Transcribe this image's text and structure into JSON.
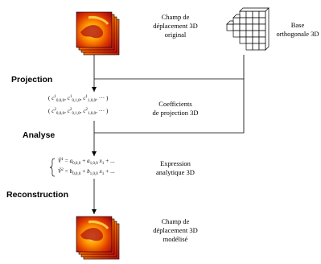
{
  "labels": {
    "original_field": [
      "Champ de",
      "déplacement 3D",
      "original"
    ],
    "base": [
      "Base",
      "orthogonale 3D"
    ],
    "coefficients": [
      "Coefficients",
      "de projection 3D"
    ],
    "expression": [
      "Expression",
      "analytique 3D"
    ],
    "modeled_field": [
      "Champ de",
      "déplacement 3D",
      "modélisé"
    ]
  },
  "steps": {
    "projection": "Projection",
    "analyse": "Analyse",
    "reconstruction": "Reconstruction"
  },
  "coeff_rows": [
    {
      "open": "(",
      "terms": [
        {
          "c": "c",
          "sup": "1",
          "sub": "0,0,0"
        },
        {
          "c": "c",
          "sup": "1",
          "sub": "0,1,0"
        },
        {
          "c": "c",
          "sup": "1",
          "sub": "1,0,0"
        }
      ],
      "tail": "···",
      "close": ")"
    },
    {
      "open": "(",
      "terms": [
        {
          "c": "c",
          "sup": "2",
          "sub": "0,0,0"
        },
        {
          "c": "c",
          "sup": "2",
          "sub": "0,1,0"
        },
        {
          "c": "c",
          "sup": "2",
          "sub": "1,0,0"
        }
      ],
      "tail": "···",
      "close": ")"
    }
  ],
  "expr_rows": [
    {
      "lhs": "Ṽ",
      "lhs_sup": "1",
      "eq": " = ",
      "a": "a",
      "a_sub": "0,0,0",
      "plus1": " + ",
      "b": "a",
      "b_sub": "1,0,0",
      "x": "x",
      "x_sub": "1",
      "tail": " + ..."
    },
    {
      "lhs": "Ṽ",
      "lhs_sup": "2",
      "eq": " = ",
      "a": "b",
      "a_sub": "0,0,0",
      "plus1": " + ",
      "b": "b",
      "b_sub": "1,0,0",
      "x": "x",
      "x_sub": "1",
      "tail": " + ..."
    }
  ],
  "colors": {
    "line": "#000000",
    "field_dark": "#c01010",
    "field_mid": "#f05a00",
    "field_light": "#ffd200"
  }
}
